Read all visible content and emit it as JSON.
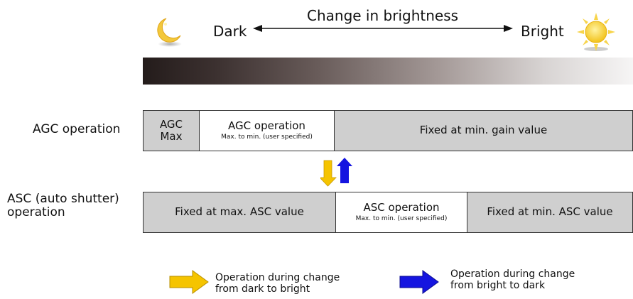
{
  "header": {
    "title": "Change in brightness",
    "dark_label": "Dark",
    "bright_label": "Bright",
    "dark_icon": "moon-icon",
    "bright_icon": "sun-icon"
  },
  "agc_row": {
    "label": "AGC operation",
    "segments": [
      {
        "line1": "AGC",
        "line2": "Max"
      },
      {
        "line1": "AGC operation",
        "note": "Max. to min. (user specified)"
      },
      {
        "line1": "Fixed at min. gain value"
      }
    ]
  },
  "asc_row": {
    "label_line1": "ASC (auto shutter)",
    "label_line2": "operation",
    "segments": [
      {
        "line1": "Fixed at max. ASC value"
      },
      {
        "line1": "ASC operation",
        "note": "Max. to min. (user specified)"
      },
      {
        "line1": "Fixed at min. ASC value"
      }
    ]
  },
  "legend": {
    "dark_to_bright": {
      "line1": "Operation during change",
      "line2": "from dark to bright",
      "color": "#f5c400"
    },
    "bright_to_dark": {
      "line1": "Operation during change",
      "line2": "from bright to dark",
      "color": "#1515e0"
    }
  },
  "colors": {
    "inactive_segment": "#cfcfcf",
    "active_segment": "#ffffff",
    "yellow_arrow": "#f5c400",
    "blue_arrow": "#1515e0"
  }
}
